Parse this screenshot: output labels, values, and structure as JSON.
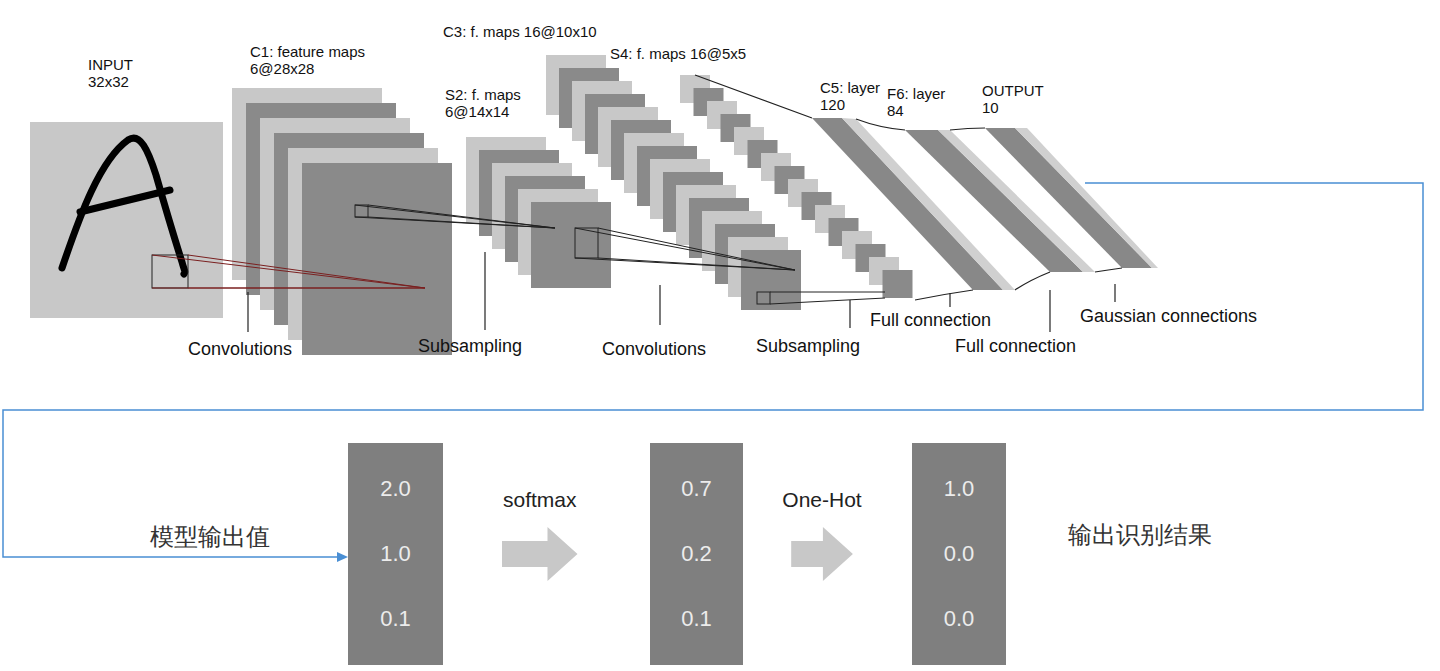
{
  "diagram": {
    "nodes": [
      {
        "text": [
          "2.0",
          "1.0",
          "0.1"
        ]
      },
      {
        "text": [
          "0.7",
          "0.2",
          "0.1"
        ]
      },
      {
        "text": [
          "1.0",
          "0.0",
          "0.0"
        ]
      }
    ],
    "edges": [
      {
        "from": 0,
        "to": 1,
        "label": "softmax",
        "arrow": "to"
      },
      {
        "from": 1,
        "to": 2,
        "label": "One-Hot",
        "arrow": "to"
      }
    ],
    "labels": [
      "INPUT 32x32",
      "C1: feature maps 6@28x28",
      "S2: f. maps 6@14x14",
      "C3: f. maps 16@10x10",
      "S4: f. maps 16@5x5",
      "C5: layer 120",
      "F6: layer 84",
      "OUTPUT 10",
      "Convolutions",
      "Subsampling",
      "Convolutions",
      "Subsampling",
      "Full connection",
      "Full connection",
      "Gaussian connections",
      "模型输出值",
      "输出识别结果"
    ]
  }
}
